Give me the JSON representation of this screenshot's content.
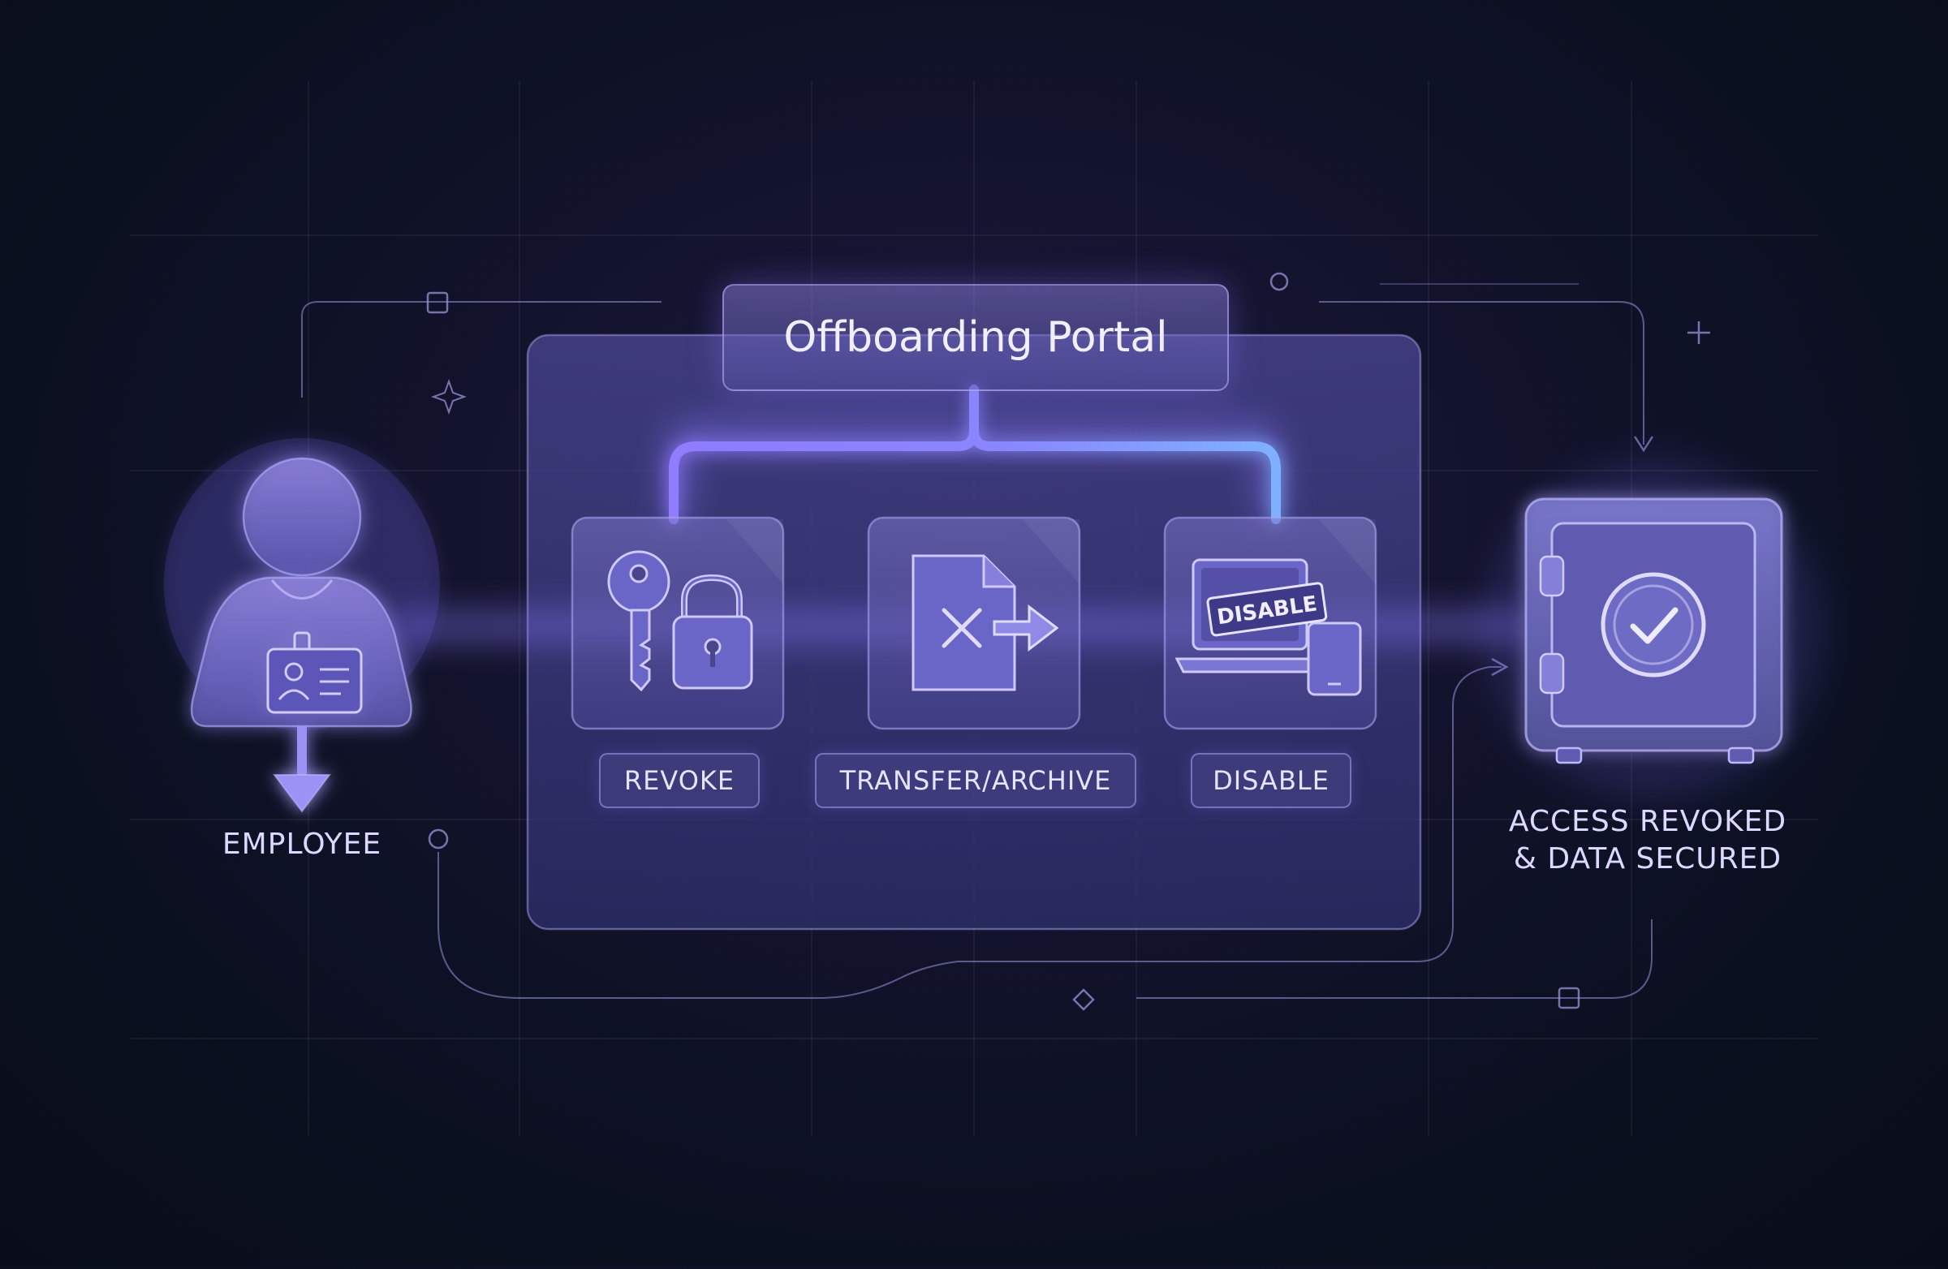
{
  "title": "Offboarding Portal",
  "employee_label": "EMPLOYEE",
  "steps": [
    {
      "label": "REVOKE",
      "icon": "key-lock-icon"
    },
    {
      "label": "TRANSFER/ARCHIVE",
      "icon": "file-transfer-icon"
    },
    {
      "label": "DISABLE",
      "icon": "devices-disable-icon",
      "stamp": "DISABLE"
    }
  ],
  "result_label_line1": "ACCESS REVOKED",
  "result_label_line2": "& DATA SECURED",
  "colors": {
    "background": "#0b1020",
    "accent": "#8b7bff",
    "accent_blue": "#7fa8ff",
    "panel": "#3b3a78",
    "text": "#dcd8ff"
  }
}
